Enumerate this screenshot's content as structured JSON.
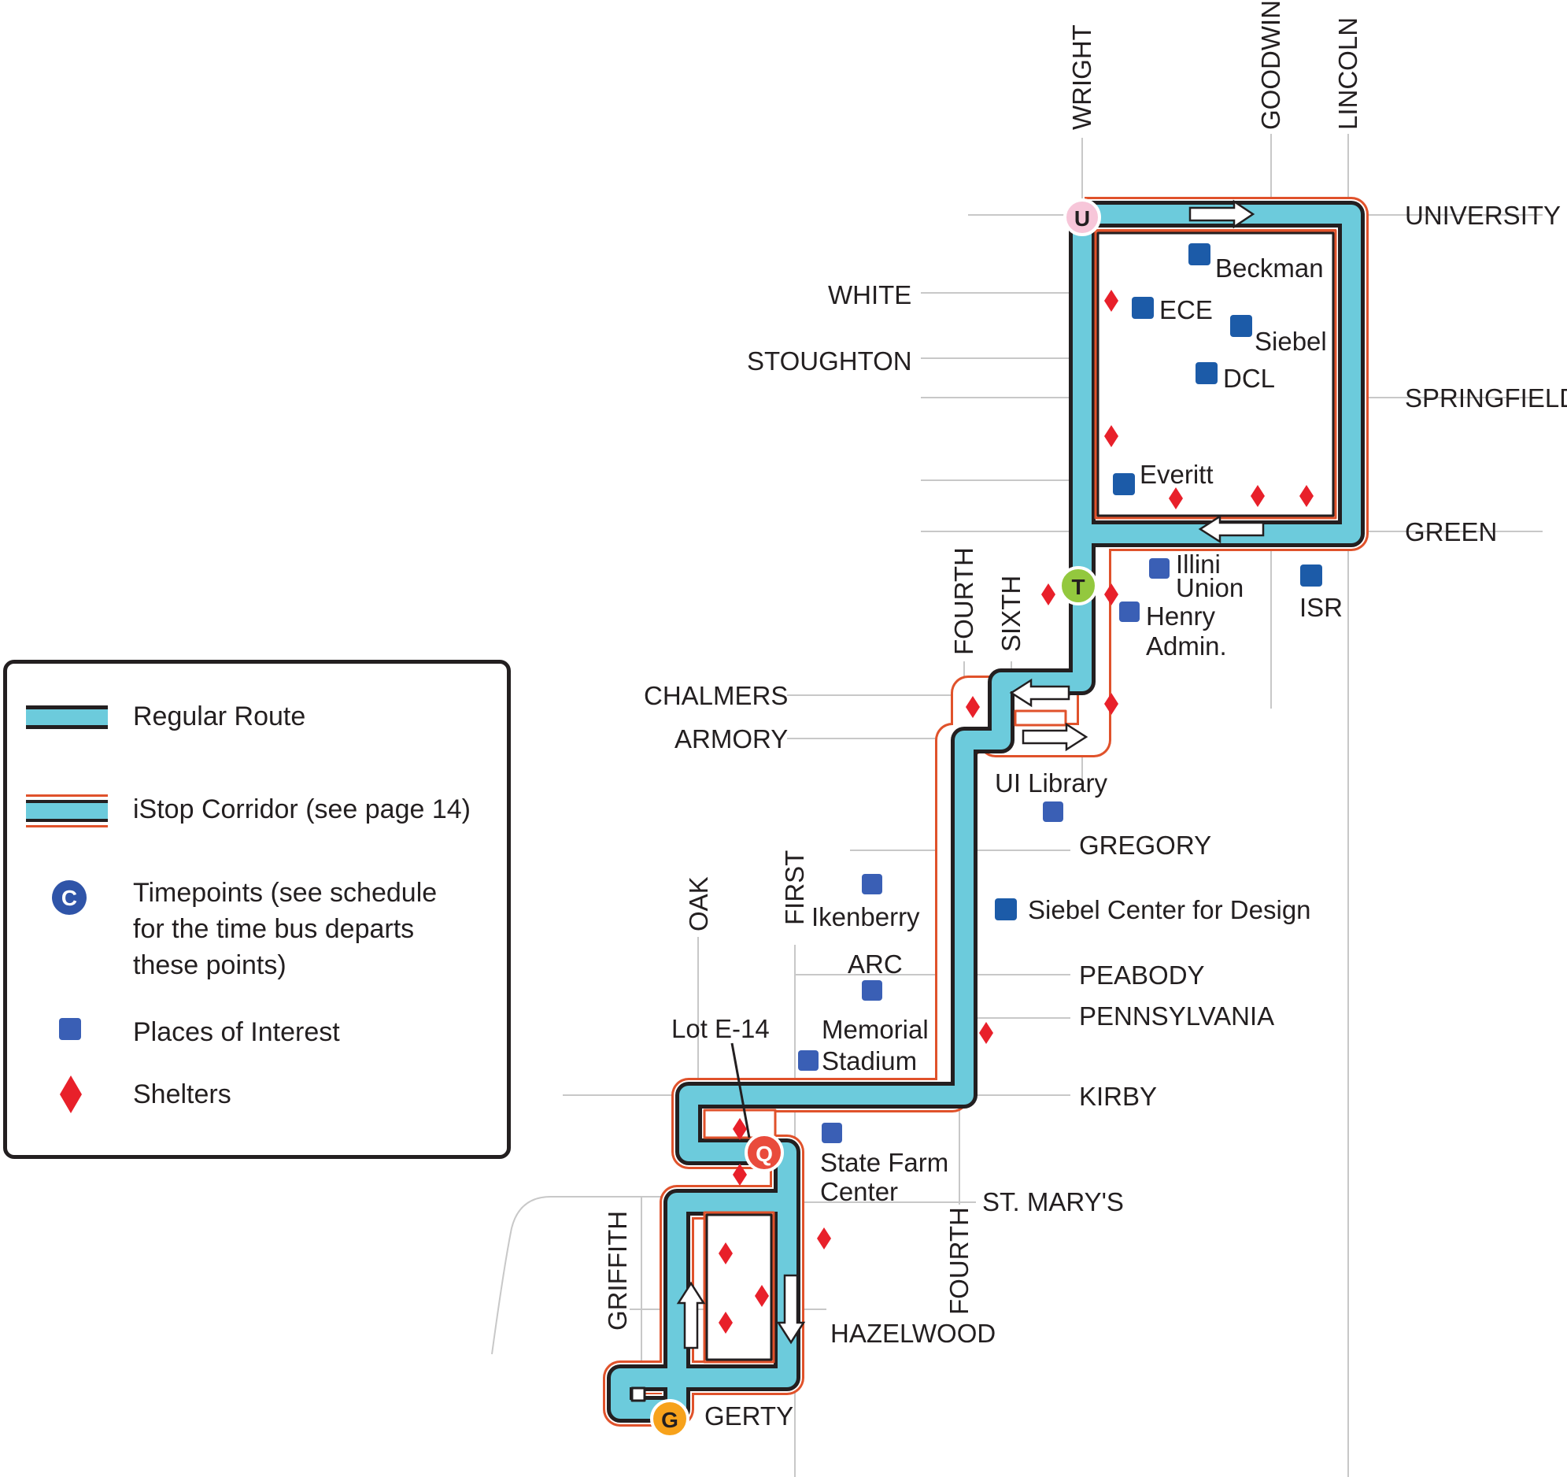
{
  "streets": {
    "wright": "WRIGHT",
    "goodwin": "GOODWIN",
    "lincoln": "LINCOLN",
    "university": "UNIVERSITY",
    "white": "WHITE",
    "stoughton": "STOUGHTON",
    "springfield": "SPRINGFIELD",
    "green": "GREEN",
    "fourth_north": "FOURTH",
    "sixth": "SIXTH",
    "chalmers": "CHALMERS",
    "armory": "ARMORY",
    "gregory": "GREGORY",
    "oak": "OAK",
    "first": "FIRST",
    "peabody": "PEABODY",
    "pennsylvania": "PENNSYLVANIA",
    "kirby": "KIRBY",
    "st_marys": "ST. MARY'S",
    "fourth_south": "FOURTH",
    "griffith": "GRIFFITH",
    "hazelwood": "HAZELWOOD",
    "gerty": "GERTY"
  },
  "places": {
    "beckman": "Beckman",
    "ece": "ECE",
    "siebel": "Siebel",
    "dcl": "DCL",
    "everitt": "Everitt",
    "illini_union_1": "Illini",
    "illini_union_2": "Union",
    "henry_admin_1": "Henry",
    "henry_admin_2": "Admin.",
    "isr": "ISR",
    "ui_library": "UI Library",
    "siebel_design": "Siebel Center for Design",
    "ikenberry": "Ikenberry",
    "arc": "ARC",
    "memorial_stadium_1": "Memorial",
    "memorial_stadium_2": "Stadium",
    "lot_e14": "Lot E-14",
    "state_farm_1": "State Farm",
    "state_farm_2": "Center"
  },
  "timepoints": {
    "u": "U",
    "t": "T",
    "q": "Q",
    "g": "G"
  },
  "legend": {
    "regular_route": "Regular Route",
    "istop_corridor": "iStop Corridor (see page 14)",
    "timepoints_line1": "Timepoints (see schedule",
    "timepoints_line2": "for the time bus departs",
    "timepoints_line3": "these points)",
    "timepoint_symbol": "C",
    "places_of_interest": "Places of Interest",
    "shelters": "Shelters"
  },
  "colors": {
    "route_fill": "#6ccbdc",
    "route_outline": "#231f20",
    "istop_outline": "#e0522b",
    "place_marker": "#3a5fb5",
    "shelter": "#e8202a",
    "timepoint_u": "#f7c6d9",
    "timepoint_t": "#93c83e",
    "timepoint_q": "#e94b3c",
    "timepoint_g": "#f7a21b",
    "legend_timepoint": "#2f54a8"
  }
}
